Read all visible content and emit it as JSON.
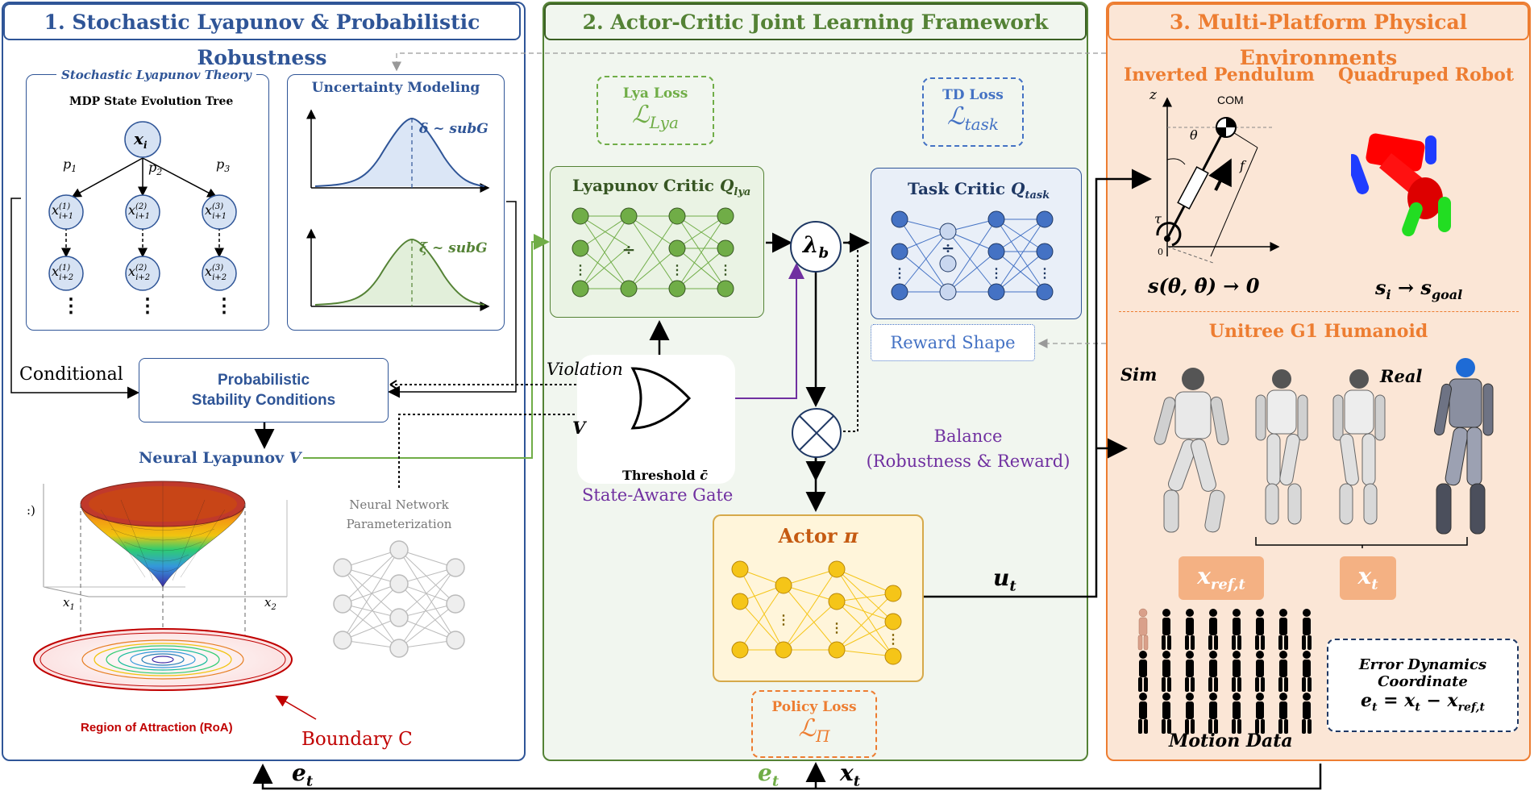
{
  "panels": {
    "p1_title": "1. Stochastic Lyapunov & Probabilistic Robustness",
    "p2_title": "2. Actor-Critic Joint Learning Framework",
    "p3_title": "3. Multi-Platform Physical Environments"
  },
  "p1": {
    "theory_title": "Stochastic Lyapunov Theory",
    "tree_title": "MDP State Evolution Tree",
    "root": "x",
    "root_sub": "i",
    "probs": [
      "p",
      "p",
      "p"
    ],
    "prob_subs": [
      "1",
      "2",
      "3"
    ],
    "node_sups": [
      "(1)",
      "(2)",
      "(3)"
    ],
    "node_subs_1": [
      "i+1",
      "i+1",
      "i+1"
    ],
    "node_subs_2": [
      "i+2",
      "i+2",
      "i+2"
    ],
    "ellipsis": "⋮",
    "uncertainty_title": "Uncertainty Modeling",
    "delta_label": "δ ~ subG",
    "xi_label": "ξ ~ subG",
    "conditional": "Conditional",
    "prob_stab_line1": "Probabilistic",
    "prob_stab_line2": "Stability Conditions",
    "neural_lyap": "Neural Lyapunov ",
    "neural_lyap_v": "V",
    "x1": "x",
    "x1_sub": "1",
    "x2": "x",
    "x2_sub": "2",
    "axis_fragment": ":)",
    "nn_param_line1": "Neural Network",
    "nn_param_line2": "Parameterization",
    "roa": "Region of Attraction (RoA)",
    "boundary": "Boundary C"
  },
  "p2": {
    "lya_loss_title": "Lya Loss",
    "lya_loss_sym": "ℒ",
    "lya_loss_sub": "Lya",
    "td_loss_title": "TD Loss",
    "td_loss_sym": "ℒ",
    "td_loss_sub": "task",
    "lyap_critic": "Lyapunov Critic ",
    "lyap_critic_q": "Q",
    "lyap_critic_sub": "lya",
    "task_critic": "Task Critic ",
    "task_critic_q": "Q",
    "task_critic_sub": "task",
    "lambda": "λ",
    "lambda_sub": "b",
    "reward_shape": "Reward Shape",
    "violation": "Violation",
    "v_label": "V",
    "threshold": "Threshold ",
    "threshold_sym": "c̄",
    "gate": "State-Aware Gate",
    "balance_line1": "Balance",
    "balance_line2": "(Robustness & Reward)",
    "actor": "Actor ",
    "actor_pi": "π",
    "u": "u",
    "u_sub": "t",
    "policy_loss_title": "Policy Loss",
    "policy_loss_sym": "ℒ",
    "policy_loss_sub": "Π"
  },
  "p3": {
    "pendulum_title": "Inverted Pendulum",
    "quadruped_title": "Quadruped Robot",
    "z_axis": "z",
    "com": "COM",
    "theta": "θ",
    "force": "f",
    "tau": "τ",
    "origin": "0",
    "pendulum_goal": "s(θ, θ̇) → 0",
    "quad_goal_s": "s",
    "quad_goal_i": "i",
    "quad_goal_arrow": " → s",
    "quad_goal_sub": "goal",
    "humanoid_title": "Unitree G1 Humanoid",
    "sim": "Sim",
    "real": "Real",
    "xref": "x",
    "xref_sub": "ref,t",
    "xt": "x",
    "xt_sub": "t",
    "err_line1": "Error Dynamics",
    "err_line2": "Coordinate",
    "err_eq_e": "e",
    "err_eq_mid": " = x",
    "err_eq_minus": " − x",
    "motion_data": "Motion Data"
  },
  "bottom": {
    "e_left": "e",
    "e_left_sub": "t",
    "e_mid": "e",
    "e_mid_sub": "t",
    "x_mid": "x",
    "x_mid_sub": "t"
  },
  "colors": {
    "blue": "#2f5597",
    "green": "#548235",
    "light_green": "#70ad47",
    "orange": "#ed7d31",
    "purple": "#7030a0",
    "red": "#c00000",
    "gold": "#f5c518"
  }
}
